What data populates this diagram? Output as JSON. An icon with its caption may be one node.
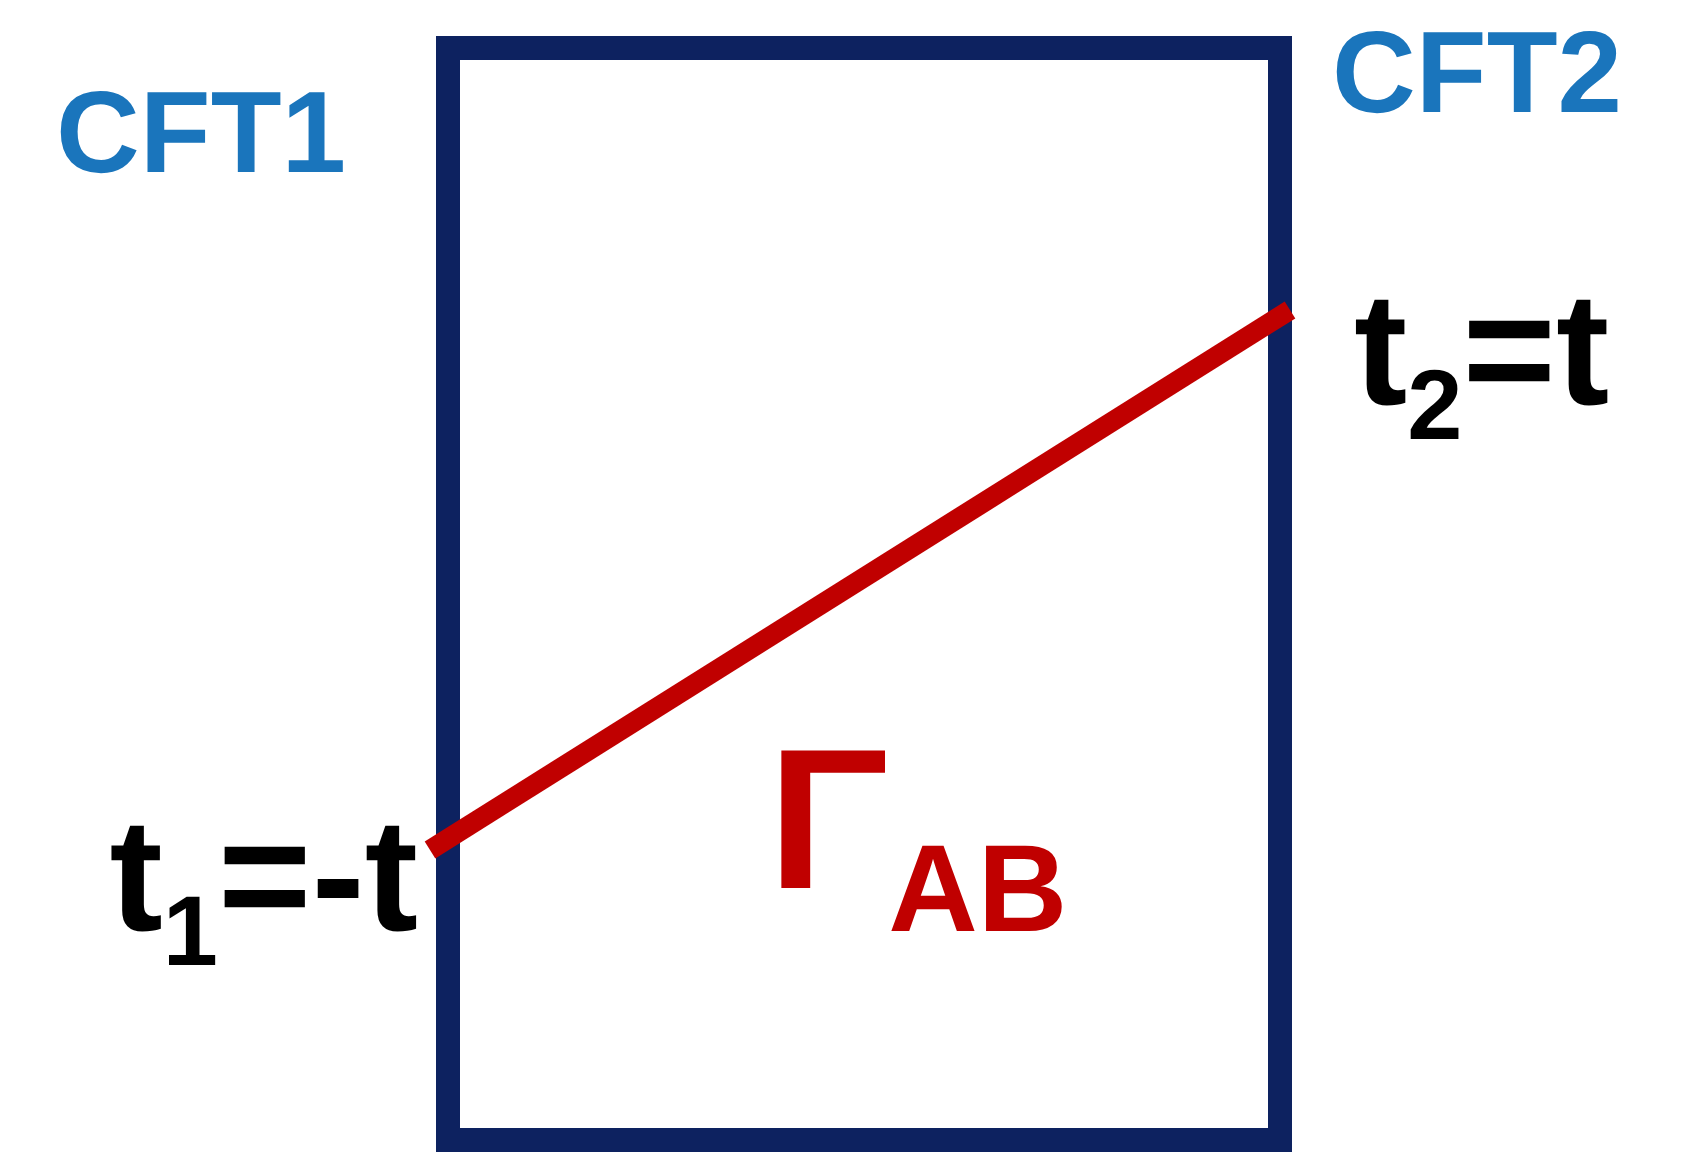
{
  "diagram": {
    "nodes": [
      {
        "text": [
          "t$_{1}$=-t"
        ]
      },
      {
        "text": [
          "t$_{2}$=t"
        ]
      }
    ],
    "edges": [
      {
        "from": 0,
        "to": 1,
        "arrow": "none"
      }
    ],
    "labels": [
      "CFT1",
      "CFT2",
      "Γ$_{AB}$"
    ]
  }
}
